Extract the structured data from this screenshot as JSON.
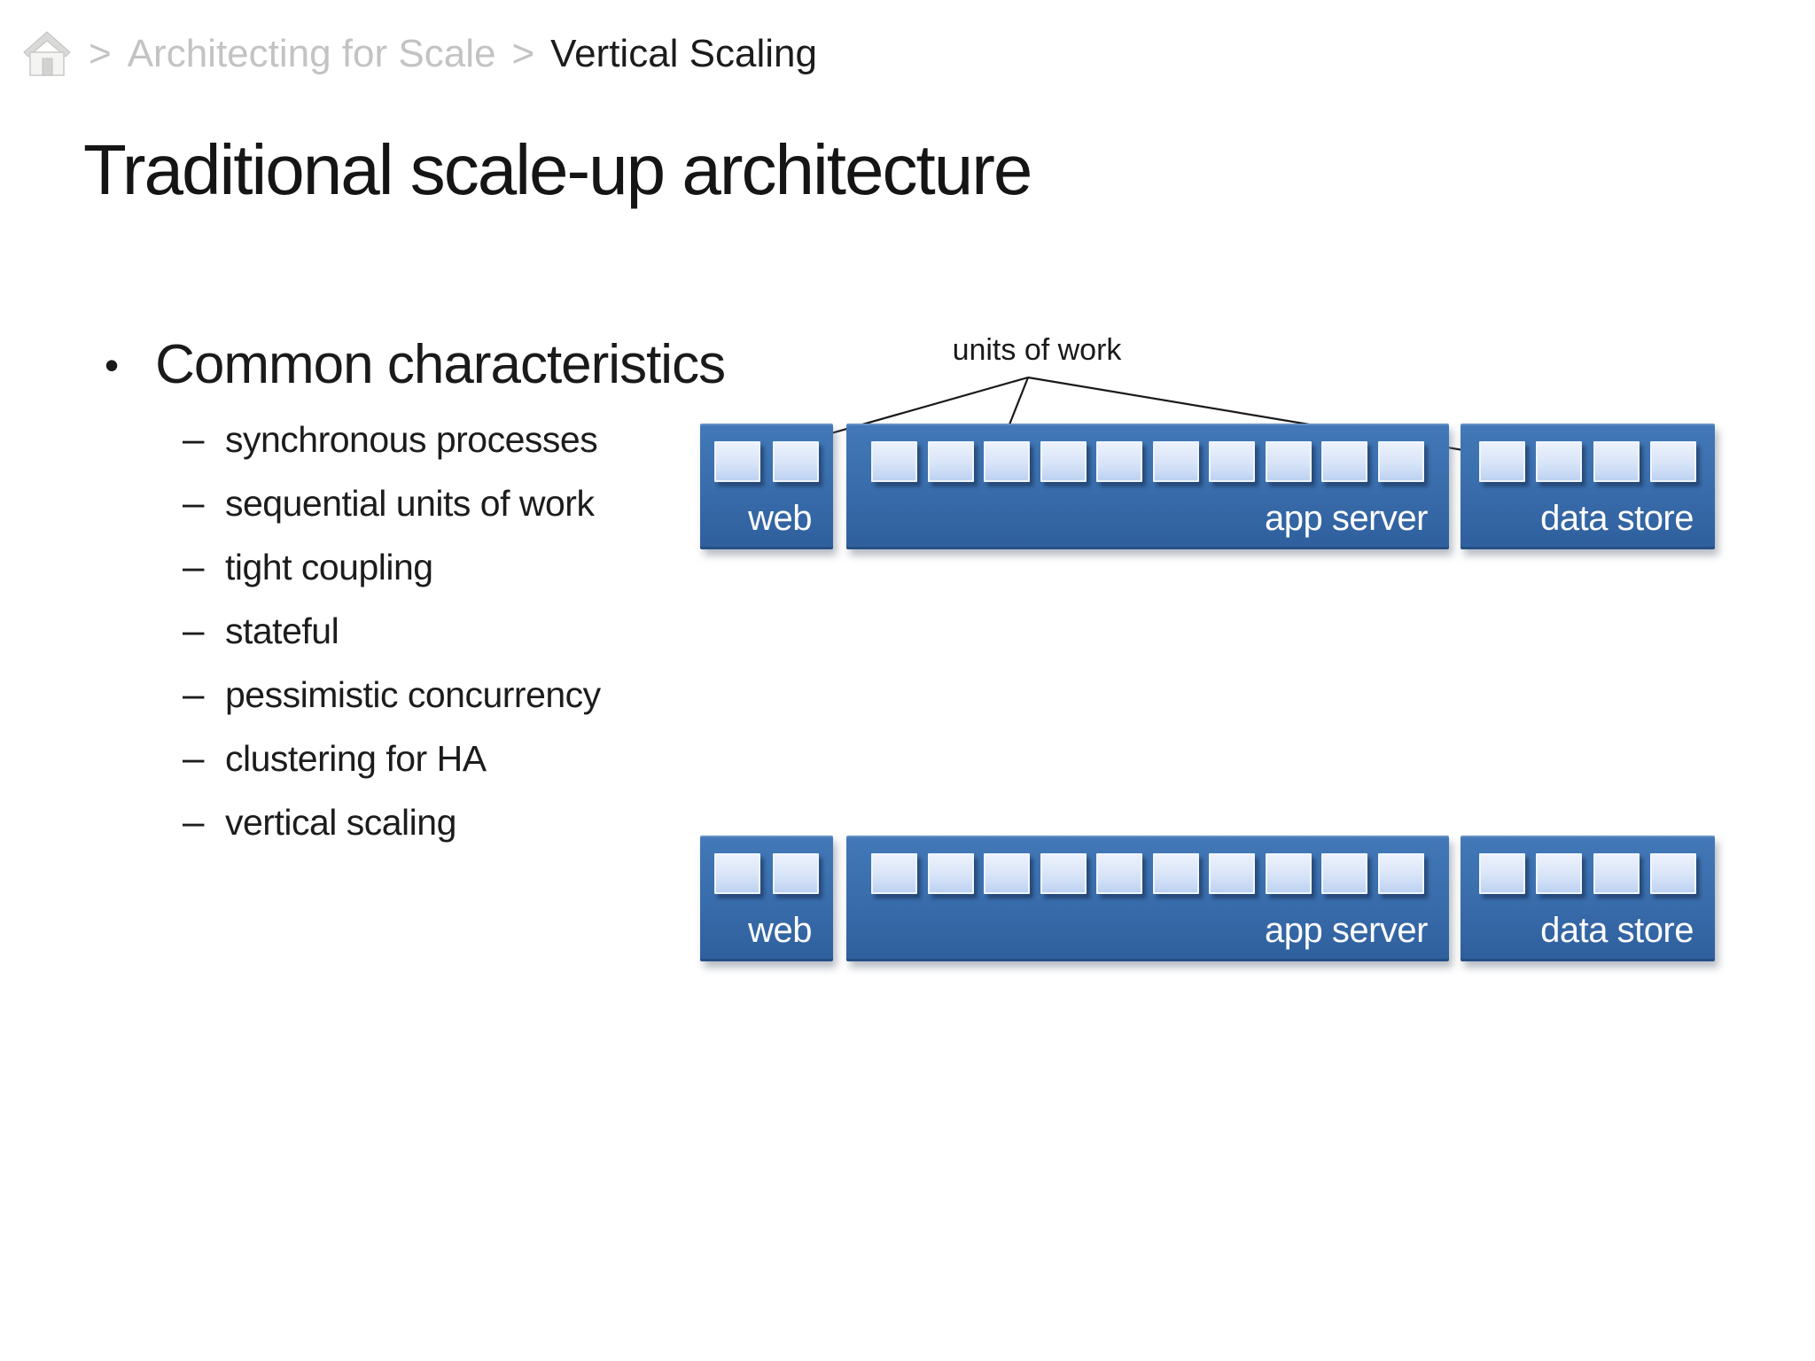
{
  "breadcrumb": {
    "separator_1": ">",
    "parent": "Architecting for Scale",
    "separator_2": ">",
    "current": "Vertical Scaling"
  },
  "title": "Traditional scale-up architecture",
  "bullets": {
    "marker": "•",
    "dash": "–",
    "heading": "Common characteristics",
    "items": [
      "synchronous processes",
      "sequential units of work",
      "tight coupling",
      "stateful",
      "pessimistic concurrency",
      "clustering for HA",
      "vertical scaling"
    ]
  },
  "diagram": {
    "units_label": "units of work",
    "colors": {
      "box_blue_top": "#4379b8",
      "box_blue_bottom": "#2f5f9d",
      "unit_light_top": "#ecf2fc",
      "unit_light_bottom": "#bdd2f2",
      "label_text": "#fdfdfe",
      "connector": "#1a1a1a"
    },
    "rows": [
      {
        "servers": [
          {
            "label": "web",
            "units": 2
          },
          {
            "label": "app server",
            "units": 10
          },
          {
            "label": "data store",
            "units": 4
          }
        ]
      },
      {
        "servers": [
          {
            "label": "web",
            "units": 2
          },
          {
            "label": "app server",
            "units": 10
          },
          {
            "label": "data store",
            "units": 4
          }
        ]
      }
    ]
  }
}
